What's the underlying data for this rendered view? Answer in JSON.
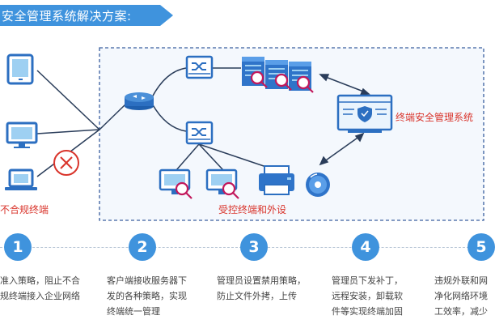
{
  "title": "安全管理系统解决方案:",
  "labels": {
    "noncompliant": "不合规终端",
    "controlled": "受控终端和外设",
    "system": "终端安全管理系统"
  },
  "steps": [
    {
      "number": "1",
      "lines": [
        "准入策略，阻止不合",
        "规终端接入企业网络"
      ]
    },
    {
      "number": "2",
      "lines": [
        "客户端接收服务器下",
        "发的各种策略，实现",
        "终端统一管理"
      ]
    },
    {
      "number": "3",
      "lines": [
        "管理员设置禁用策略，",
        "防止文件外拷，上传"
      ]
    },
    {
      "number": "4",
      "lines": [
        "管理员下发补丁，",
        "远程安装，卸载软",
        "件等实现终端加固"
      ]
    },
    {
      "number": "5",
      "lines": [
        "违规外联和网",
        "净化网络环境",
        "工效率，减少"
      ]
    }
  ],
  "colors": {
    "accent": "#3f93dd",
    "alert": "#d9342b",
    "dashed_box": "#3a5f9f",
    "icon": "#2c6fc1"
  }
}
